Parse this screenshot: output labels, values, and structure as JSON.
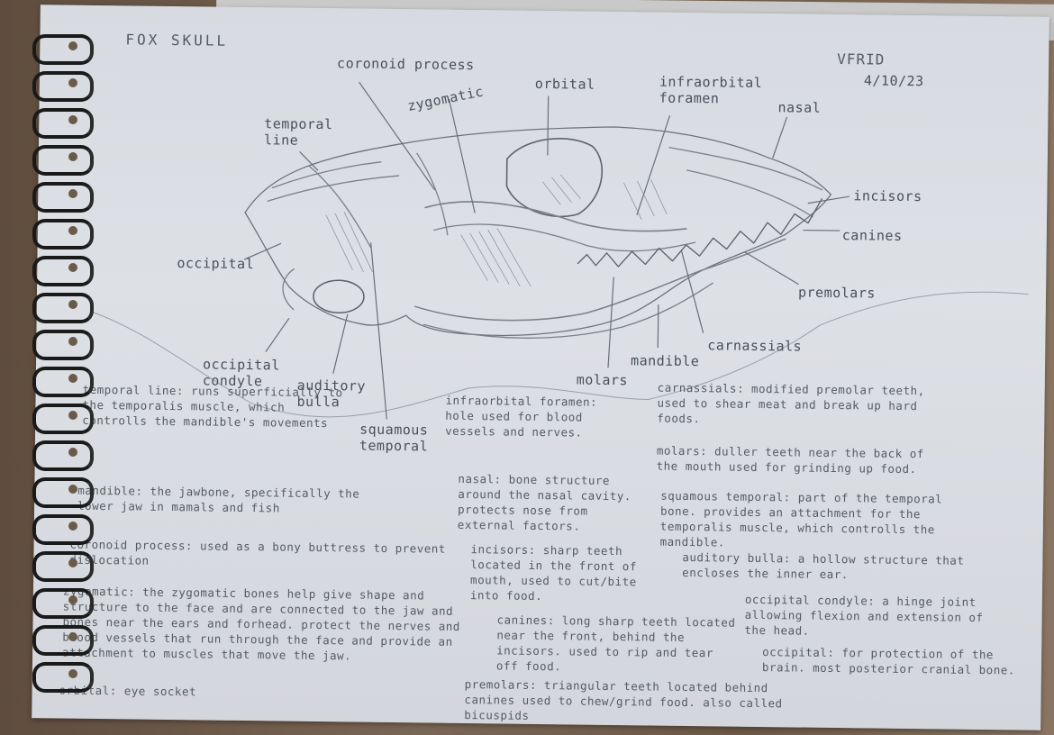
{
  "title": "FOX SKULL",
  "author": "VFRID",
  "date": "4/10/23",
  "labels": {
    "coronoid": "coronoid process",
    "zygomatic": "zygomatic",
    "orbital": "orbital",
    "infraorbital": "infraorbital\nforamen",
    "nasal": "nasal",
    "temporal_line": "temporal\nline",
    "incisors": "incisors",
    "canines": "canines",
    "occipital": "occipital",
    "premolars": "premolars",
    "carnassials": "carnassials",
    "mandible": "mandible",
    "molars": "molars",
    "occipital_condyle": "occipital\ncondyle",
    "auditory_bulla": "auditory\nbulla",
    "squamous_temporal": "squamous\ntemporal"
  },
  "notes": {
    "temporal_line": "temporal line: runs superficially to the temporalis muscle, which controlls the mandible's movements",
    "infraorbital": "infraorbital foramen: hole used for blood vessels and nerves.",
    "carnassials": "carnassials: modified premolar teeth, used to shear meat and break up hard foods.",
    "molars": "molars: duller teeth near the back of the mouth used for grinding up food.",
    "mandible": "mandible: the jawbone, specifically the lower jaw in mamals and fish",
    "nasal": "nasal: bone structure around the nasal cavity. protects nose from external factors.",
    "squamous": "squamous temporal: part of the temporal bone. provides an attachment for the temporalis muscle, which controlls the mandible.",
    "coronoid": "coronoid process: used as a bony buttress to prevent dislocation",
    "incisors": "incisors: sharp teeth located in the front of mouth, used to cut/bite into food.",
    "auditory": "auditory bulla: a hollow structure that encloses the inner ear.",
    "zygomatic": "zygomatic: the zygomatic bones help give shape and structure to the face and are connected to the jaw and bones near the ears and forhead. protect the nerves and blood vessels that run through the face and provide an attachment to muscles that move the jaw.",
    "occipital_condyle": "occipital condyle: a hinge joint allowing flexion and extension of the head.",
    "canines": "canines: long sharp teeth located near the front, behind the incisors. used to rip and tear off food.",
    "occipital": "occipital: for protection of the brain. most posterior cranial bone.",
    "orbital": "orbital: eye socket",
    "premolars": "premolars: triangular teeth located behind canines used to chew/grind food. also called bicuspids"
  }
}
